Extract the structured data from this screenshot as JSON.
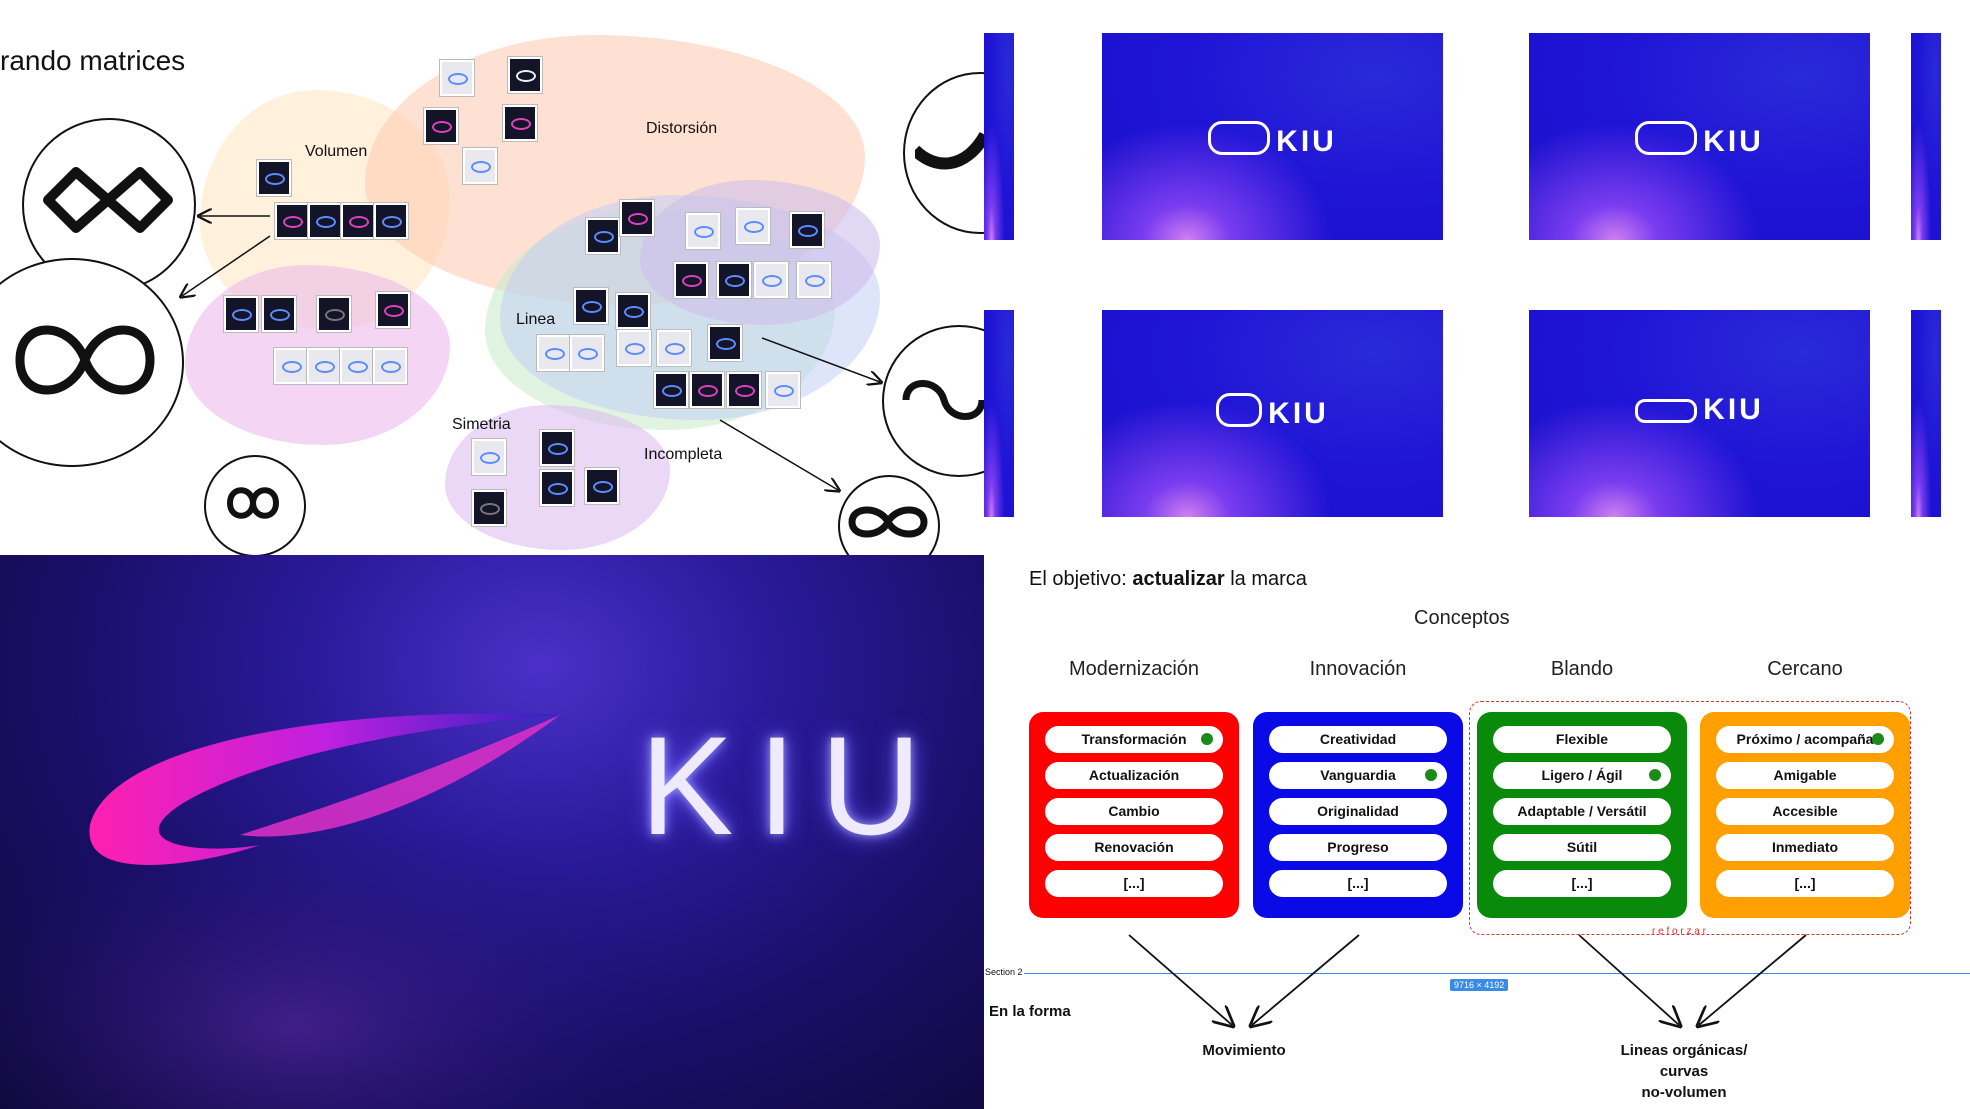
{
  "moodboard": {
    "heading": "rando matrices",
    "labels": {
      "volumen": "Volumen",
      "distorsion": "Distorsión",
      "linea": "Linea",
      "simetria": "Simetria",
      "incompleta": "Incompleta"
    }
  },
  "logo_cards": {
    "brand": "KIU"
  },
  "hero": {
    "brand": "KIU"
  },
  "concepts": {
    "objective_prefix": "El objetivo: ",
    "objective_bold": "actualizar",
    "objective_suffix": " la marca",
    "title": "Conceptos",
    "columns": [
      {
        "name": "Modernización",
        "color": "#ff0000",
        "items": [
          "Transformación",
          "Actualización",
          "Cambio",
          "Renovación",
          "[...]"
        ],
        "dot_index": 0
      },
      {
        "name": "Innovación",
        "color": "#0a0ae6",
        "items": [
          "Creatividad",
          "Vanguardia",
          "Originalidad",
          "Progreso",
          "[...]"
        ],
        "dot_index": 1
      },
      {
        "name": "Blando",
        "color": "#0a8a0a",
        "items": [
          "Flexible",
          "Ligero / Ágil",
          "Adaptable / Versátil",
          "Sútil",
          "[...]"
        ],
        "dot_index": 1
      },
      {
        "name": "Cercano",
        "color": "#ffa000",
        "items": [
          "Próximo / acompaña",
          "Amigable",
          "Accesible",
          "Inmediato",
          "[...]"
        ],
        "dot_index": 0
      }
    ],
    "reforzar": "r e f o r z a r",
    "section_label": "Section 2",
    "size_badge": "9716 × 4192",
    "forma_label": "En la forma",
    "result_left": "Movimiento",
    "result_right_1": "Lineas orgánicas/",
    "result_right_2": "curvas",
    "result_right_3": "no-volumen",
    "colors": {
      "dot": "#1a8a1a",
      "reforzar_border": "#e03030",
      "section_line": "#3a8ae8"
    }
  }
}
